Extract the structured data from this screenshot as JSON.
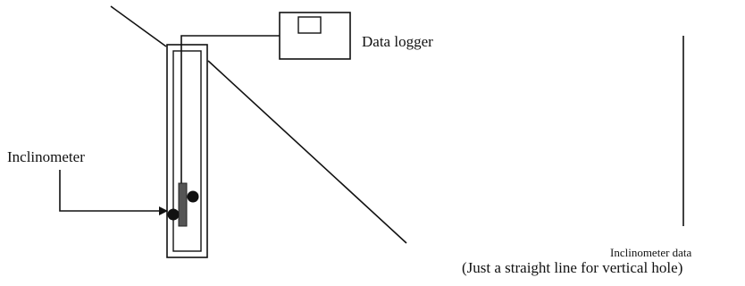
{
  "labels": {
    "data_logger": "Data logger",
    "inclinometer": "Inclinometer",
    "inclinometer_data": "Inclinometer data",
    "note": "(Just a straight line for vertical hole)"
  },
  "colors": {
    "line": "#111111",
    "probe": "#555555",
    "background": "#ffffff"
  }
}
